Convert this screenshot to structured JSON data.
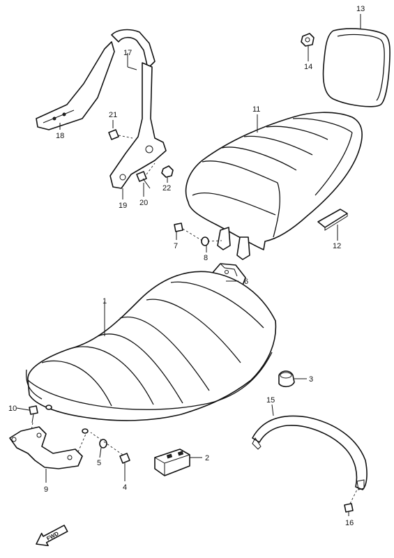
{
  "labels": {
    "n1": "1",
    "n2": "2",
    "n3": "3",
    "n4": "4",
    "n5": "5",
    "n6": "6",
    "n7": "7",
    "n8": "8",
    "n9": "9",
    "n10": "10",
    "n11": "11",
    "n12": "12",
    "n13": "13",
    "n14": "14",
    "n15": "15",
    "n16": "16",
    "n17": "17",
    "n18": "18",
    "n19": "19",
    "n20": "20",
    "n21": "21",
    "n22": "22"
  },
  "fwd_arrow": "FWD"
}
